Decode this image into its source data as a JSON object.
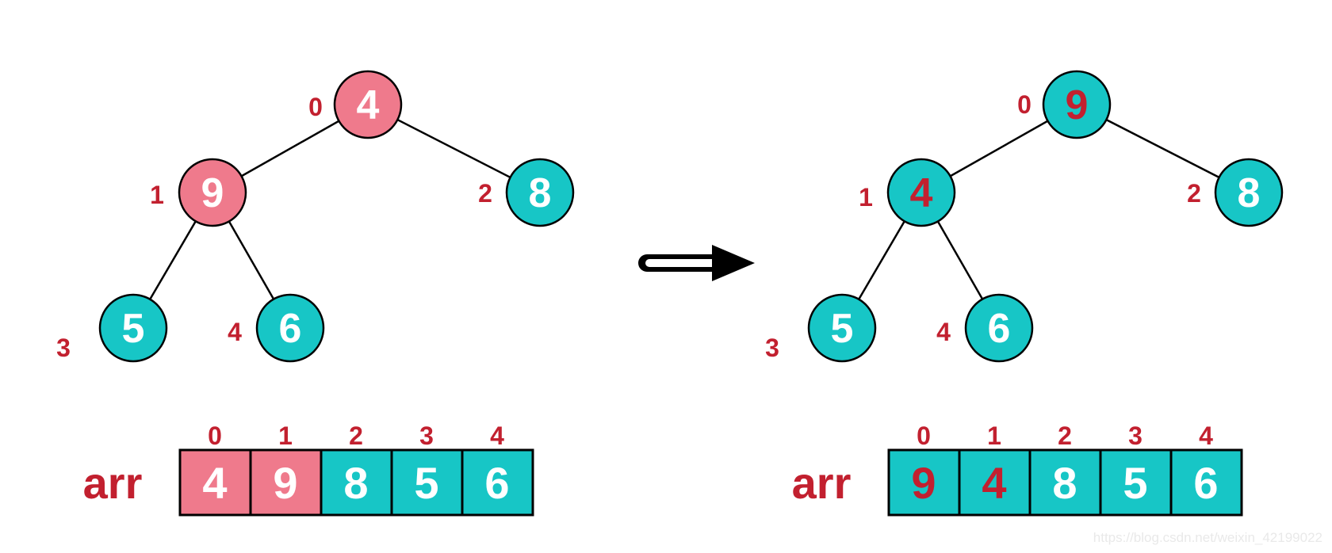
{
  "palette": {
    "pink": "#EF7A8C",
    "teal": "#17C6C6",
    "dark_red": "#C2202F",
    "white": "#FFFFFF",
    "black": "#000000",
    "watermark_gray": "#E9E9E9"
  },
  "left": {
    "tree": {
      "nodes": [
        {
          "index_label": "0",
          "value": "4",
          "fill": "#EF7A8C",
          "value_color": "#FFFFFF"
        },
        {
          "index_label": "1",
          "value": "9",
          "fill": "#EF7A8C",
          "value_color": "#FFFFFF"
        },
        {
          "index_label": "2",
          "value": "8",
          "fill": "#17C6C6",
          "value_color": "#FFFFFF"
        },
        {
          "index_label": "3",
          "value": "5",
          "fill": "#17C6C6",
          "value_color": "#FFFFFF"
        },
        {
          "index_label": "4",
          "value": "6",
          "fill": "#17C6C6",
          "value_color": "#FFFFFF"
        }
      ]
    },
    "array": {
      "label": "arr",
      "indices": [
        "0",
        "1",
        "2",
        "3",
        "4"
      ],
      "cells": [
        {
          "value": "4",
          "fill": "#EF7A8C",
          "value_color": "#FFFFFF"
        },
        {
          "value": "9",
          "fill": "#EF7A8C",
          "value_color": "#FFFFFF"
        },
        {
          "value": "8",
          "fill": "#17C6C6",
          "value_color": "#FFFFFF"
        },
        {
          "value": "5",
          "fill": "#17C6C6",
          "value_color": "#FFFFFF"
        },
        {
          "value": "6",
          "fill": "#17C6C6",
          "value_color": "#FFFFFF"
        }
      ]
    }
  },
  "right": {
    "tree": {
      "nodes": [
        {
          "index_label": "0",
          "value": "9",
          "fill": "#17C6C6",
          "value_color": "#C2202F"
        },
        {
          "index_label": "1",
          "value": "4",
          "fill": "#17C6C6",
          "value_color": "#C2202F"
        },
        {
          "index_label": "2",
          "value": "8",
          "fill": "#17C6C6",
          "value_color": "#FFFFFF"
        },
        {
          "index_label": "3",
          "value": "5",
          "fill": "#17C6C6",
          "value_color": "#FFFFFF"
        },
        {
          "index_label": "4",
          "value": "6",
          "fill": "#17C6C6",
          "value_color": "#FFFFFF"
        }
      ]
    },
    "array": {
      "label": "arr",
      "indices": [
        "0",
        "1",
        "2",
        "3",
        "4"
      ],
      "cells": [
        {
          "value": "9",
          "fill": "#17C6C6",
          "value_color": "#C2202F"
        },
        {
          "value": "4",
          "fill": "#17C6C6",
          "value_color": "#C2202F"
        },
        {
          "value": "8",
          "fill": "#17C6C6",
          "value_color": "#FFFFFF"
        },
        {
          "value": "5",
          "fill": "#17C6C6",
          "value_color": "#FFFFFF"
        },
        {
          "value": "6",
          "fill": "#17C6C6",
          "value_color": "#FFFFFF"
        }
      ]
    }
  },
  "watermark": "https://blog.csdn.net/weixin_42199022"
}
